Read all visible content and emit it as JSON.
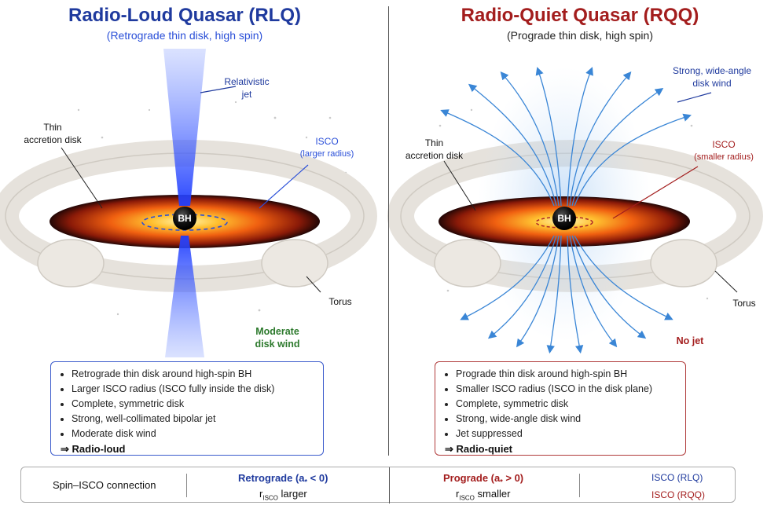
{
  "left": {
    "title": "Radio-Loud Quasar (RLQ)",
    "subtitle": "(Retrograde thin disk, high spin)",
    "label_jet": [
      "Relativistic",
      "jet"
    ],
    "label_disk": [
      "Thin",
      "accretion disk"
    ],
    "label_isco": [
      "ISCO",
      "(larger radius)"
    ],
    "label_bh": "BH",
    "label_torus": "Torus",
    "label_wind": [
      "Moderate",
      "disk wind"
    ],
    "summary": [
      "Retrograde thin disk around high-spin BH",
      "Larger ISCO radius (ISCO fully inside the disk)",
      "Complete, symmetric disk",
      "Strong, well-collimated bipolar jet",
      "Moderate disk wind"
    ],
    "conclusion": "⇒ Radio-loud"
  },
  "right": {
    "title": "Radio-Quiet Quasar (RQQ)",
    "subtitle": "(Prograde thin disk, high spin)",
    "label_wind": [
      "Strong, wide-angle",
      "disk wind"
    ],
    "label_disk": [
      "Thin",
      "accretion disk"
    ],
    "label_isco": [
      "ISCO",
      "(smaller radius)"
    ],
    "label_bh": "BH",
    "label_torus": "Torus",
    "label_nojet": "No jet",
    "summary": [
      "Prograde thin disk around high-spin BH",
      "Smaller ISCO radius (ISCO in the disk plane)",
      "Complete, symmetric disk",
      "Strong, wide-angle disk wind",
      "Jet suppressed"
    ],
    "conclusion": "⇒ Radio-quiet"
  },
  "bottom": {
    "label": "Spin–ISCO connection",
    "retro_title": "Retrograde (a",
    "retro_sub": "*",
    "retro_tail": " < 0)",
    "retro_r": "r",
    "retro_r_sub": "ISCO",
    "retro_r_tail": " larger",
    "pro_title": "Prograde (a",
    "pro_sub": "*",
    "pro_tail": " > 0)",
    "pro_r": "r",
    "pro_r_sub": "ISCO",
    "pro_r_tail": " smaller",
    "legend_rlq": "ISCO (RLQ)",
    "legend_rqq": "ISCO (RQQ)"
  },
  "colors": {
    "rlq": "#1f3a9e",
    "rqq": "#a31d1d",
    "wind": "#2d9b3a",
    "jet": "#3b5bff",
    "windblue": "#3a86d6"
  }
}
